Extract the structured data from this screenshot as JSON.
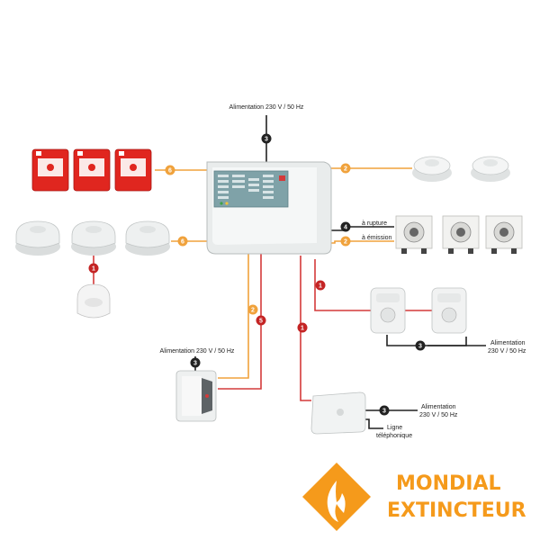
{
  "labels": {
    "top_power": "Alimentation 230 V / 50 Hz",
    "a_rupture": "à rupture",
    "a_emission": "à émission",
    "right_power_1": "Alimentation",
    "right_power_2": "230 V / 50 Hz",
    "left_power": "Alimentation 230 V / 50 Hz",
    "bottom_power_1": "Alimentation",
    "bottom_power_2": "230 V / 50 Hz",
    "phone_1": "Ligne",
    "phone_2": "téléphonique"
  },
  "badges": {
    "top_power": "3",
    "call_points": "6",
    "right_detectors": "2",
    "rupture": "4",
    "emission": "2",
    "left_detectors": "6",
    "siren": "1",
    "sounders": "1",
    "sounder_power": "3",
    "left_dev_orange": "2",
    "left_dev_red": "5",
    "left_dev_power": "3",
    "dialer_red": "1",
    "dialer_power": "3"
  },
  "brand": {
    "line1": "MONDIAL",
    "line2": "EXTINCTEUR"
  },
  "colors": {
    "orange_wire": "#f0a23c",
    "red_wire": "#d43a3a",
    "black_wire": "#222222",
    "badge_red": "#c42424",
    "badge_orange": "#f0a23c",
    "badge_black": "#222222",
    "brand": "#f59a1b"
  }
}
